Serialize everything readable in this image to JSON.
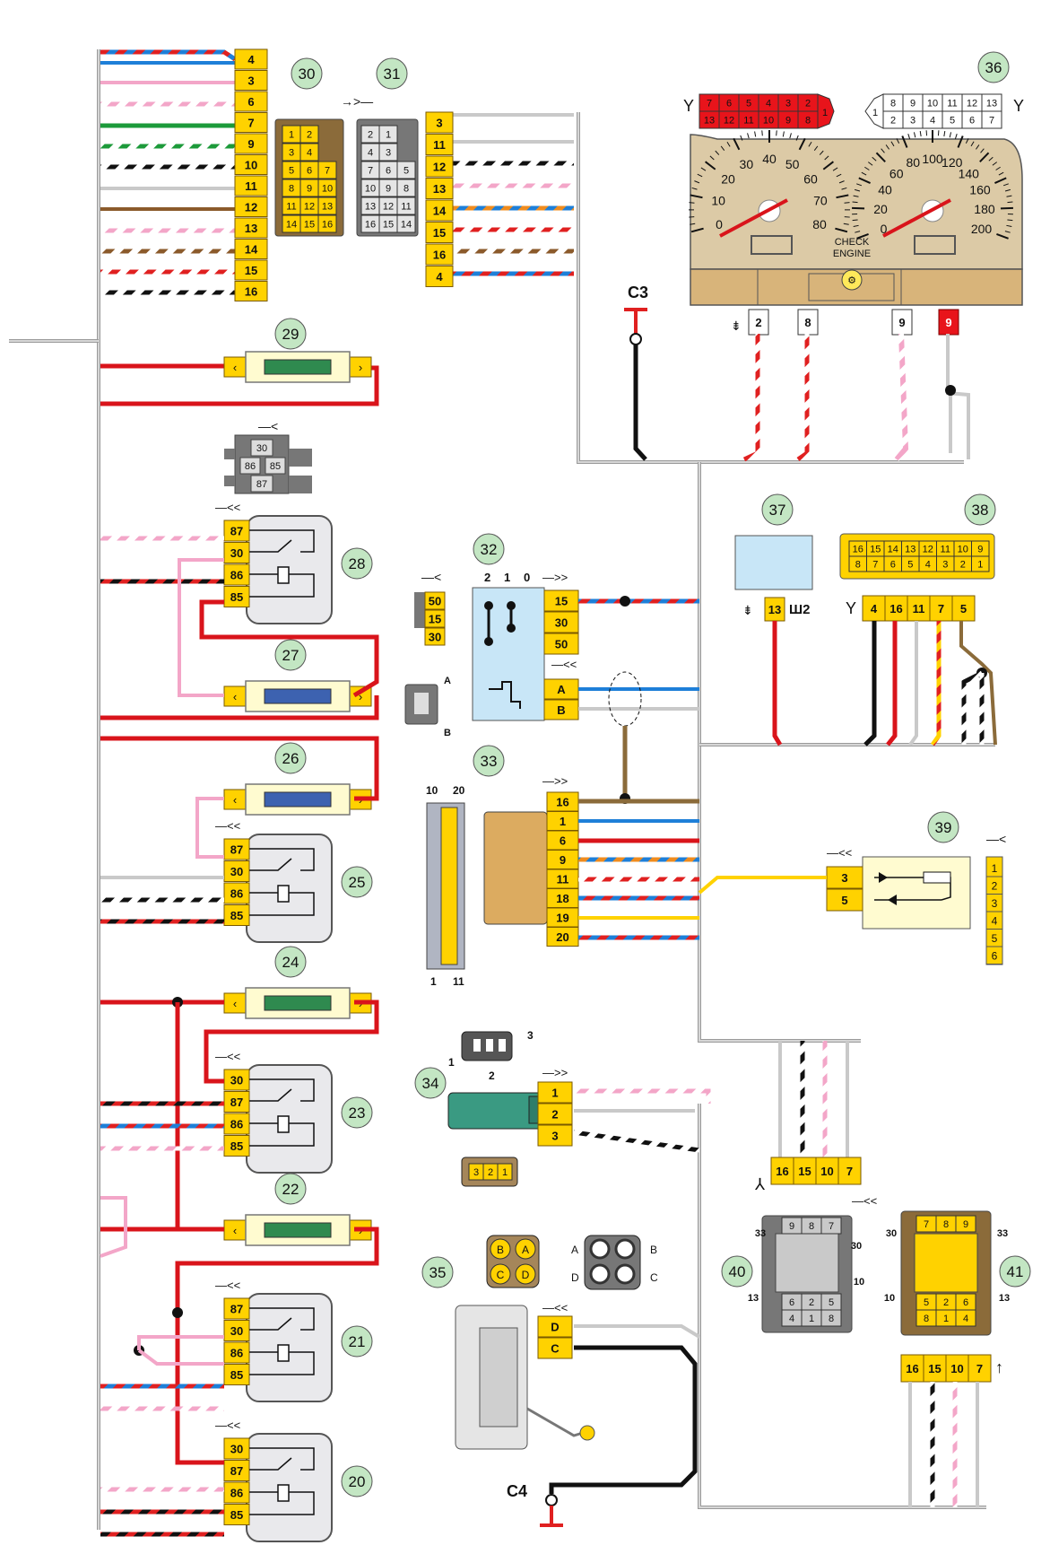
{
  "components": {
    "c20": "20",
    "c21": "21",
    "c22": "22",
    "c23": "23",
    "c24": "24",
    "c25": "25",
    "c26": "26",
    "c27": "27",
    "c28": "28",
    "c29": "29",
    "c30": "30",
    "c31": "31",
    "c32": "32",
    "c33": "33",
    "c34": "34",
    "c35": "35",
    "c36": "36",
    "c37": "37",
    "c38": "38",
    "c39": "39",
    "c40": "40",
    "c41": "41"
  },
  "grounds": {
    "c3": "C3",
    "c4": "C4"
  },
  "connector_30_pins": [
    "4",
    "3",
    "6",
    "7",
    "9",
    "10",
    "11",
    "12",
    "13",
    "14",
    "15",
    "16"
  ],
  "connector_31_pins": [
    "3",
    "11",
    "12",
    "13",
    "14",
    "15",
    "16",
    "4"
  ],
  "block_30_grid": [
    "1",
    "2",
    "3",
    "4",
    "5",
    "6",
    "7",
    "8",
    "9",
    "10",
    "11",
    "12",
    "13",
    "14",
    "15",
    "16"
  ],
  "block_31_grid": [
    "2",
    "1",
    "4",
    "3",
    "7",
    "6",
    "5",
    "10",
    "9",
    "8",
    "13",
    "12",
    "11",
    "16",
    "15",
    "14"
  ],
  "cluster": {
    "red_top": [
      "7",
      "6",
      "5",
      "4",
      "3",
      "2"
    ],
    "red_bottom": [
      "13",
      "12",
      "11",
      "10",
      "9",
      "8"
    ],
    "red_end": "1",
    "white_top": [
      "8",
      "9",
      "10",
      "11",
      "12",
      "13"
    ],
    "white_bottom": [
      "2",
      "3",
      "4",
      "5",
      "6",
      "7"
    ],
    "white_end": "1",
    "tacho_scale": [
      "0",
      "10",
      "20",
      "30",
      "40",
      "50",
      "60",
      "70",
      "80"
    ],
    "speedo_scale": [
      "0",
      "20",
      "40",
      "60",
      "80",
      "100",
      "120",
      "140",
      "160",
      "180",
      "200"
    ],
    "lamp_label_1": "CHECK",
    "lamp_label_2": "ENGINE",
    "bottom_pins": [
      "2",
      "8",
      "9",
      "9"
    ]
  },
  "relay_socket": {
    "p30": "30",
    "p86": "86",
    "p85": "85",
    "p87": "87"
  },
  "relays": {
    "r28": [
      "87",
      "30",
      "86",
      "85"
    ],
    "r25": [
      "87",
      "30",
      "86",
      "85"
    ],
    "r23": [
      "30",
      "87",
      "86",
      "85"
    ],
    "r21": [
      "87",
      "30",
      "86",
      "85"
    ],
    "r20": [
      "30",
      "87",
      "86",
      "85"
    ]
  },
  "switch_32": {
    "positions": [
      "2",
      "1",
      "0"
    ],
    "pins": [
      "15",
      "30",
      "50"
    ],
    "lamp_pins": [
      "A",
      "B"
    ],
    "side_pins": [
      "50",
      "15",
      "30"
    ],
    "plug_a": "A",
    "plug_b": "B"
  },
  "ecu_33": {
    "pins": [
      "16",
      "1",
      "6",
      "9",
      "11",
      "18",
      "19",
      "20"
    ],
    "top_left": "10",
    "top_right": "20",
    "bottom_left": "1",
    "bottom_right": "11"
  },
  "sensor_34": {
    "pins": [
      "1",
      "2",
      "3"
    ],
    "plug_labels": [
      "1",
      "2",
      "3"
    ],
    "bottom_plug": [
      "3",
      "2",
      "1"
    ]
  },
  "pump_35": {
    "pins": [
      "D",
      "C"
    ],
    "plug_left": [
      "B",
      "A",
      "C",
      "D"
    ],
    "plug_right": [
      "A",
      "B",
      "D",
      "C"
    ]
  },
  "unit_37": {
    "pin": "13",
    "suffix": "Ш2"
  },
  "diag_38": {
    "top_row": [
      "16",
      "15",
      "14",
      "13",
      "12",
      "11",
      "10",
      "9"
    ],
    "bottom_row": [
      "8",
      "7",
      "6",
      "5",
      "4",
      "3",
      "2",
      "1"
    ],
    "pins": [
      "4",
      "16",
      "11",
      "7",
      "5"
    ]
  },
  "lamp_39": {
    "pins": [
      "3",
      "5"
    ],
    "side_pins": [
      "1",
      "2",
      "3",
      "4",
      "5",
      "6"
    ]
  },
  "conn_40": {
    "top": [
      "9",
      "8",
      "7"
    ],
    "bottom": [
      "6",
      "2",
      "5",
      "4",
      "1",
      "8"
    ],
    "labels": [
      "33",
      "30",
      "13",
      "10"
    ],
    "pins": [
      "16",
      "15",
      "10",
      "7"
    ]
  },
  "conn_41": {
    "top": [
      "7",
      "8",
      "9"
    ],
    "bottom": [
      "5",
      "2",
      "6",
      "8",
      "1",
      "4"
    ],
    "labels": [
      "30",
      "33",
      "10",
      "13"
    ],
    "pins": [
      "16",
      "15",
      "10",
      "7"
    ]
  }
}
